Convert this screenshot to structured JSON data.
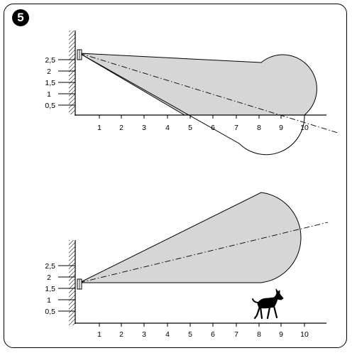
{
  "figure": {
    "number": "5",
    "colors": {
      "beam_fill": "#d6d6d6",
      "line": "#000000",
      "background": "#ffffff"
    }
  },
  "panels": [
    {
      "id": "top",
      "y_tick_labels": [
        "2,5",
        "2",
        "1,5",
        "1",
        "0,5"
      ],
      "x_tick_labels": [
        "1",
        "2",
        "3",
        "4",
        "5",
        "6",
        "7",
        "8",
        "9",
        "10"
      ],
      "sensor_height_m": 2.5,
      "beam": {
        "tilt": "down"
      }
    },
    {
      "id": "bottom",
      "y_tick_labels": [
        "2,5",
        "2",
        "1,5",
        "1",
        "0,5"
      ],
      "x_tick_labels": [
        "1",
        "2",
        "3",
        "4",
        "5",
        "6",
        "7",
        "8",
        "9",
        "10"
      ],
      "sensor_height_m": 1.5,
      "beam": {
        "tilt": "up"
      },
      "icon": "dog-icon"
    }
  ]
}
